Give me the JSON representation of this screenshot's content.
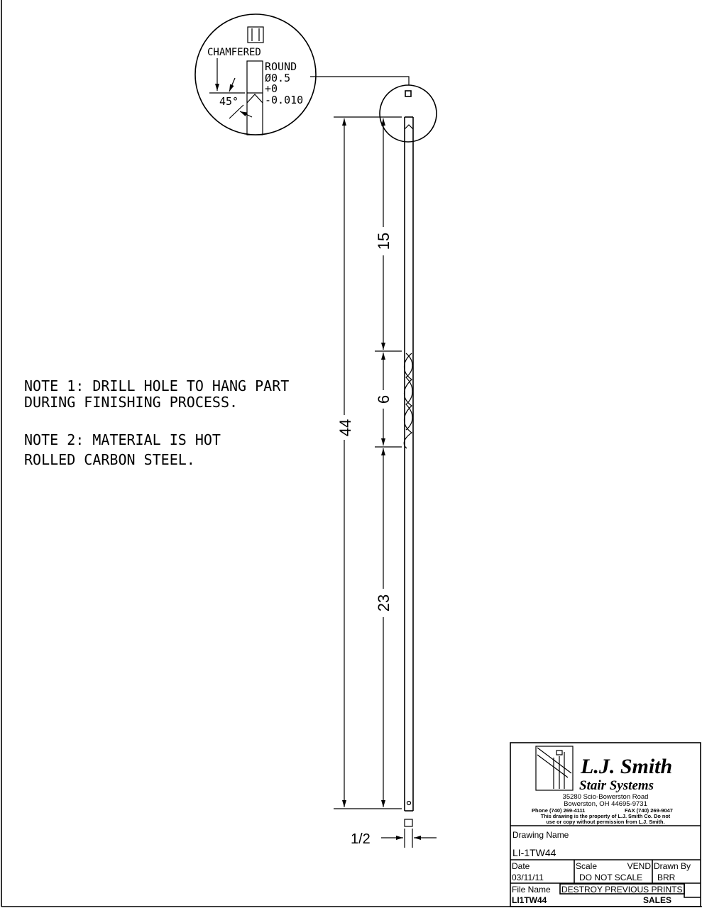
{
  "notes": {
    "note1_line1": "NOTE 1: DRILL HOLE TO HANG PART",
    "note1_line2": "DURING FINISHING PROCESS.",
    "note2_line1": "NOTE 2: MATERIAL IS HOT",
    "note2_line2": "ROLLED CARBON STEEL."
  },
  "detail": {
    "chamfered": "CHAMFERED",
    "angle": "45°",
    "profile": "ROUND",
    "diameter": "Ø0.5",
    "tol_plus": "+0",
    "tol_minus": "-0.010"
  },
  "dimensions": {
    "overall": "44",
    "top": "15",
    "twist": "6",
    "bottom": "23",
    "width": "1/2"
  },
  "title_block": {
    "company_line1": "L.J. Smith",
    "company_line2": "Stair Systems",
    "address1": "35280 Scio-Bowerston Road",
    "address2": "Bowerston, OH 44695-9731",
    "phone": "Phone (740) 269-4111",
    "fax": "FAX (740) 269-9047",
    "disclaimer1": "This drawing is the property of L.J. Smith Co. Do not",
    "disclaimer2": "use or copy without permission from L.J. Smith.",
    "drawing_name_label": "Drawing Name",
    "drawing_name": "LI-1TW44",
    "date_label": "Date",
    "date": "03/11/11",
    "scale_label": "Scale",
    "vend": "VEND",
    "scale": "DO NOT SCALE",
    "drawn_by_label": "Drawn By",
    "drawn_by": "BRR",
    "file_name_label": "File Name",
    "file_name": "LI1TW44",
    "destroy": "DESTROY PREVIOUS PRINTS",
    "sales": "SALES"
  }
}
